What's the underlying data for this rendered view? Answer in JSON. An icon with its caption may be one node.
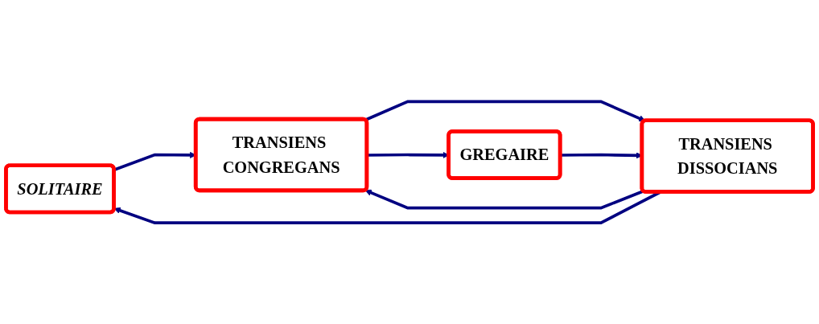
{
  "diagram": {
    "nodes": [
      {
        "text": [
          "SOLITAIRE"
        ]
      },
      {
        "text": [
          "TRANSIENS DISSOCIANS"
        ]
      },
      {
        "text": [
          "TRANSIENS CONGREGANS"
        ]
      },
      {
        "text": [
          "GREGAIRE"
        ]
      }
    ],
    "edges": [
      {
        "from": 1,
        "to": 0,
        "arrow": "to"
      },
      {
        "from": 0,
        "to": 2,
        "arrow": "to"
      },
      {
        "from": 1,
        "to": 2,
        "arrow": "to"
      },
      {
        "from": 2,
        "to": 1,
        "arrow": "to"
      },
      {
        "from": 2,
        "to": 3,
        "arrow": "to"
      },
      {
        "from": 3,
        "to": 1,
        "arrow": "to"
      }
    ]
  }
}
